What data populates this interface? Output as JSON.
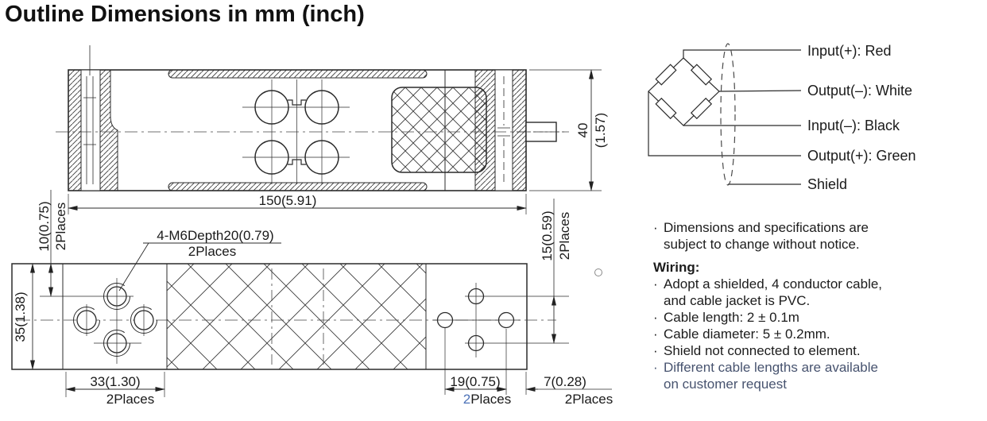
{
  "title": "Outline Dimensions in mm (inch)",
  "colors": {
    "ink": "#1a1a1a",
    "note_blue": "#47536f",
    "accent_blue": "#4d72b8"
  },
  "side_view": {
    "dim_length": "150(5.91)",
    "dim_height_mm": "40",
    "dim_height_inch": "(1.57)"
  },
  "bottom_view": {
    "dim_width": "35(1.38)",
    "dim_edge_offset": "10(0.75)",
    "dim_edge_offset_places": "2Places",
    "thread_callout": "4-M6Depth20(0.79)",
    "thread_places": "2Places",
    "dim_left_pocket": "33(1.30)",
    "dim_left_pocket_places": "2Places",
    "dim_hole_vspace": "15(0.59)",
    "dim_hole_vspace_places": "2Places",
    "dim_hole_hspace": "19(0.75)",
    "dim_hole_hspace_places_num": "2",
    "dim_hole_hspace_places_word": "Places",
    "dim_right_edge": "7(0.28)",
    "dim_right_edge_places": "2Places"
  },
  "wiring_diagram": {
    "labels": [
      "Input(+): Red",
      "Output(–): White",
      "Input(–): Black",
      "Output(+): Green",
      "Shield"
    ]
  },
  "notes": {
    "bullet": "·",
    "disclaimer_line1": "Dimensions and specifications are",
    "disclaimer_line2": "subject to change without notice.",
    "wiring_heading": "Wiring:",
    "bullet1_line1": "Adopt a shielded, 4 conductor cable,",
    "bullet1_line2": "and cable jacket is PVC.",
    "bullet2": "Cable length: 2 ± 0.1m",
    "bullet3": "Cable diameter: 5 ± 0.2mm.",
    "bullet4": "Shield not connected to element.",
    "bullet5_line1": "Different cable lengths are available",
    "bullet5_line2": "on customer request"
  }
}
